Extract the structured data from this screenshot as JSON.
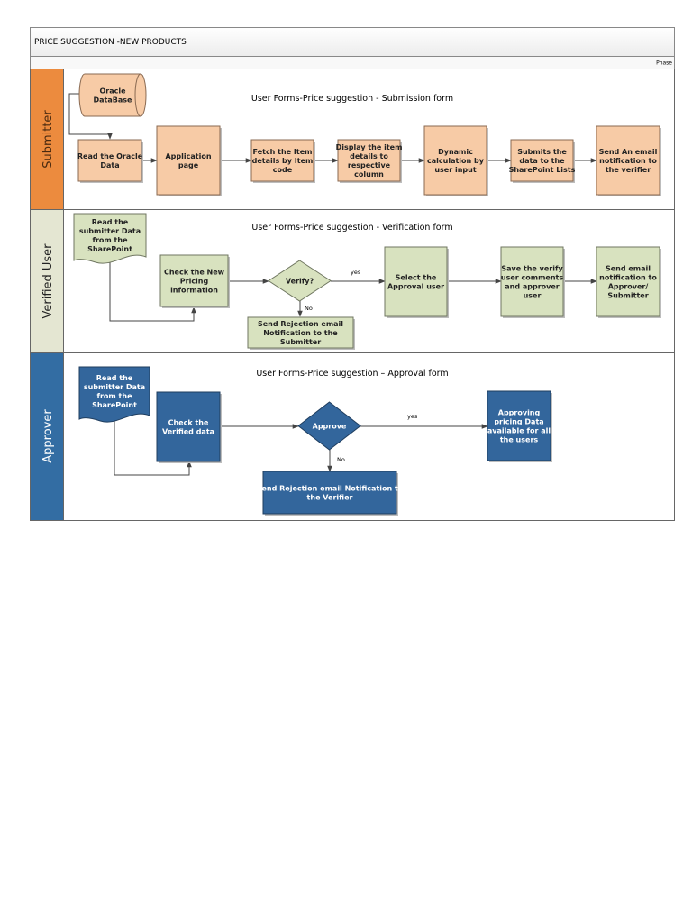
{
  "header": {
    "title": "PRICE SUGGESTION -NEW PRODUCTS",
    "phase_label": "Phase"
  },
  "colors": {
    "submitter_lane": "#ec8b3e",
    "submitter_shape": "#f7cba6",
    "verified_lane": "#e4e6d2",
    "verified_shape": "#d8e2bf",
    "approver_lane": "#336da3",
    "approver_shape": "#33669c",
    "line": "#444444"
  },
  "lanes": [
    {
      "id": "submitter",
      "label": "Submitter",
      "form_title": "User Forms-Price suggestion - Submission form",
      "nodes": [
        {
          "id": "oracle-db",
          "type": "database",
          "text": [
            "Oracle",
            "DataBase"
          ]
        },
        {
          "id": "read-oracle",
          "type": "process",
          "text": [
            "Read the Oracle",
            "Data"
          ]
        },
        {
          "id": "app-page",
          "type": "process",
          "text": [
            "Application",
            "page"
          ]
        },
        {
          "id": "fetch-item",
          "type": "process",
          "text": [
            "Fetch the Item",
            "details by Item",
            "code"
          ]
        },
        {
          "id": "display-item",
          "type": "process",
          "text": [
            "Display the item",
            "details to",
            "respective",
            "column"
          ]
        },
        {
          "id": "dynamic-calc",
          "type": "process",
          "text": [
            "Dynamic",
            "calculation by",
            "user input"
          ]
        },
        {
          "id": "submit-sharepoint",
          "type": "process",
          "text": [
            "Submits the",
            "data to the",
            "SharePoint Lists"
          ]
        },
        {
          "id": "email-verifier",
          "type": "process",
          "text": [
            "Send An email",
            "notification to",
            "the verifier"
          ]
        }
      ]
    },
    {
      "id": "verified",
      "label": "Verified User",
      "form_title": "User Forms-Price suggestion - Verification form",
      "nodes": [
        {
          "id": "read-submitter-v",
          "type": "document",
          "text": [
            "Read the",
            "submitter Data",
            "from the",
            "SharePoint"
          ]
        },
        {
          "id": "check-pricing",
          "type": "process",
          "text": [
            "Check the New",
            "Pricing",
            "information"
          ]
        },
        {
          "id": "verify-decision",
          "type": "decision",
          "text": [
            "Verify?"
          ]
        },
        {
          "id": "reject-submitter",
          "type": "process",
          "text": [
            "Send Rejection  email",
            "Notification to the",
            "Submitter"
          ]
        },
        {
          "id": "select-approval",
          "type": "process",
          "text": [
            "Select the",
            "Approval user"
          ]
        },
        {
          "id": "save-comments",
          "type": "process",
          "text": [
            "Save the verify",
            "user comments",
            "and approver",
            "user"
          ]
        },
        {
          "id": "email-approver",
          "type": "process",
          "text": [
            "Send  email",
            "notification to",
            "Approver/",
            "Submitter"
          ]
        }
      ],
      "edge_labels": {
        "yes": "yes",
        "no": "No"
      }
    },
    {
      "id": "approver",
      "label": "Approver",
      "form_title": "User Forms-Price suggestion – Approval  form",
      "nodes": [
        {
          "id": "read-submitter-a",
          "type": "document",
          "text": [
            "Read the",
            "submitter Data",
            "from the",
            "SharePoint"
          ]
        },
        {
          "id": "check-verified",
          "type": "process",
          "text": [
            "Check the",
            "Verified data"
          ]
        },
        {
          "id": "approve-decision",
          "type": "decision",
          "text": [
            "Approve"
          ]
        },
        {
          "id": "reject-verifier",
          "type": "process",
          "text": [
            "Send Rejection  email Notification to",
            "the Verifier"
          ]
        },
        {
          "id": "approving-data",
          "type": "process",
          "text": [
            "Approving",
            "pricing Data",
            "available for all",
            "the users"
          ]
        }
      ],
      "edge_labels": {
        "yes": "yes",
        "no": "No"
      }
    }
  ]
}
